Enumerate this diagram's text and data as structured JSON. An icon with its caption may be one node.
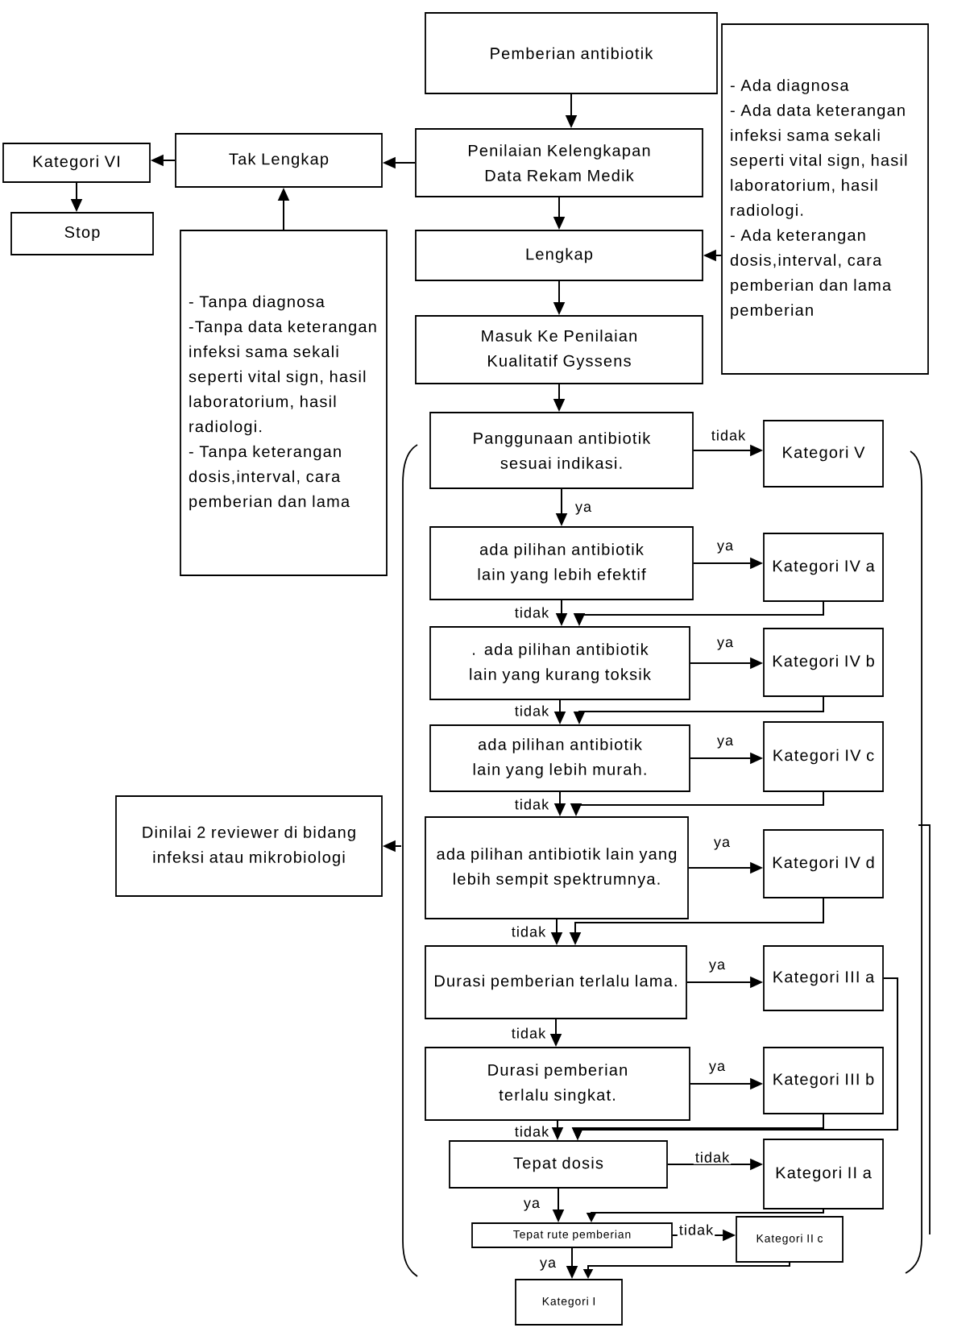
{
  "diagram": {
    "nodes": [
      {
        "text": [
          "Pemberian antibiotik"
        ]
      },
      {
        "text": [
          "Penilaian Kelengkapan Data Rekam Medik"
        ]
      },
      {
        "text": [
          "Tak Lengkap"
        ]
      },
      {
        "text": [
          "Kategori VI"
        ]
      },
      {
        "text": [
          "Stop"
        ]
      },
      {
        "text": [
          "- Tanpa diagnosa",
          "-Tanpa data keterangan infeksi sama sekali seperti vital sign, hasil laboratorium, hasil radiologi.",
          "- Tanpa keterangan dosis,interval, cara pemberian dan lama"
        ]
      },
      {
        "text": [
          "Lengkap"
        ]
      },
      {
        "text": [
          "- Ada diagnosa",
          "- Ada data keterangan infeksi sama sekali seperti vital sign, hasil laboratorium, hasil radiologi.",
          "- Ada keterangan dosis,interval, cara pemberian dan lama pemberian"
        ]
      },
      {
        "text": [
          "Masuk Ke Penilaian Kualitatif Gyssens"
        ]
      },
      {
        "text": [
          "Panggunaan antibiotik sesuai indikasi."
        ]
      },
      {
        "text": [
          "Kategori V"
        ]
      },
      {
        "text": [
          "ada pilihan antibiotik lain yang lebih efektif"
        ]
      },
      {
        "text": [
          "Kategori IV a"
        ]
      },
      {
        "text": [
          ". ada pilihan antibiotik lain yang kurang toksik"
        ]
      },
      {
        "text": [
          "Kategori IV b"
        ]
      },
      {
        "text": [
          "ada pilihan antibiotik lain yang lebih murah."
        ]
      },
      {
        "text": [
          "Kategori IV c"
        ]
      },
      {
        "text": [
          "Dinilai 2 reviewer di bidang infeksi atau mikrobiologi"
        ]
      },
      {
        "text": [
          "ada pilihan antibiotik lain yang lebih sempit spektrumnya."
        ]
      },
      {
        "text": [
          "Kategori IV d"
        ]
      },
      {
        "text": [
          "Durasi pemberian terlalu lama."
        ]
      },
      {
        "text": [
          "Kategori III a"
        ]
      },
      {
        "text": [
          "Durasi pemberian terlalu singkat."
        ]
      },
      {
        "text": [
          "Kategori III b"
        ]
      },
      {
        "text": [
          "Tepat dosis"
        ]
      },
      {
        "text": [
          "Kategori II a"
        ]
      },
      {
        "text": [
          "Tepat rute pemberian"
        ]
      },
      {
        "text": [
          "Kategori II c"
        ]
      },
      {
        "text": [
          "Kategori I"
        ]
      }
    ],
    "edges": [
      {
        "from": 0,
        "to": 1,
        "arrow": "to"
      },
      {
        "from": 1,
        "to": 2,
        "arrow": "to"
      },
      {
        "from": 2,
        "to": 3,
        "arrow": "to"
      },
      {
        "from": 3,
        "to": 4,
        "arrow": "to"
      },
      {
        "from": 5,
        "to": 2,
        "arrow": "to"
      },
      {
        "from": 1,
        "to": 6,
        "arrow": "to"
      },
      {
        "from": 7,
        "to": 6,
        "arrow": "to"
      },
      {
        "from": 6,
        "to": 8,
        "arrow": "to"
      },
      {
        "from": 8,
        "to": 9,
        "arrow": "to"
      },
      {
        "from": 9,
        "to": 10,
        "arrow": "to",
        "label": "tidak"
      },
      {
        "from": 9,
        "to": 11,
        "arrow": "to",
        "label": "ya"
      },
      {
        "from": 11,
        "to": 12,
        "arrow": "to",
        "label": "ya"
      },
      {
        "from": 11,
        "to": 13,
        "arrow": "to",
        "label": "tidak"
      },
      {
        "from": 12,
        "to": 13,
        "arrow": "to"
      },
      {
        "from": 13,
        "to": 14,
        "arrow": "to",
        "label": "ya"
      },
      {
        "from": 13,
        "to": 15,
        "arrow": "to",
        "label": "tidak"
      },
      {
        "from": 14,
        "to": 15,
        "arrow": "to"
      },
      {
        "from": 15,
        "to": 16,
        "arrow": "to",
        "label": "ya"
      },
      {
        "from": 15,
        "to": 18,
        "arrow": "to",
        "label": "tidak"
      },
      {
        "from": 16,
        "to": 18,
        "arrow": "to"
      },
      {
        "from": 18,
        "to": 19,
        "arrow": "to",
        "label": "ya"
      },
      {
        "from": 18,
        "to": 20,
        "arrow": "to",
        "label": "tidak"
      },
      {
        "from": 19,
        "to": 20,
        "arrow": "to"
      },
      {
        "from": 20,
        "to": 21,
        "arrow": "to",
        "label": "ya"
      },
      {
        "from": 20,
        "to": 22,
        "arrow": "to",
        "label": "tidak"
      },
      {
        "from": 21,
        "to": 24,
        "arrow": "to"
      },
      {
        "from": 22,
        "to": 23,
        "arrow": "to",
        "label": "ya"
      },
      {
        "from": 22,
        "to": 24,
        "arrow": "to",
        "label": "tidak"
      },
      {
        "from": 23,
        "to": 24,
        "arrow": "to"
      },
      {
        "from": 24,
        "to": 25,
        "arrow": "to",
        "label": "tidak"
      },
      {
        "from": 24,
        "to": 26,
        "arrow": "to",
        "label": "ya"
      },
      {
        "from": 25,
        "to": 26,
        "arrow": "to"
      },
      {
        "from": 26,
        "to": 27,
        "arrow": "to",
        "label": "tidak"
      },
      {
        "from": 26,
        "to": 28,
        "arrow": "to",
        "label": "ya"
      },
      {
        "from": 27,
        "to": 28,
        "arrow": "to"
      },
      {
        "from": null,
        "to": 17,
        "arrow": "to"
      }
    ]
  }
}
